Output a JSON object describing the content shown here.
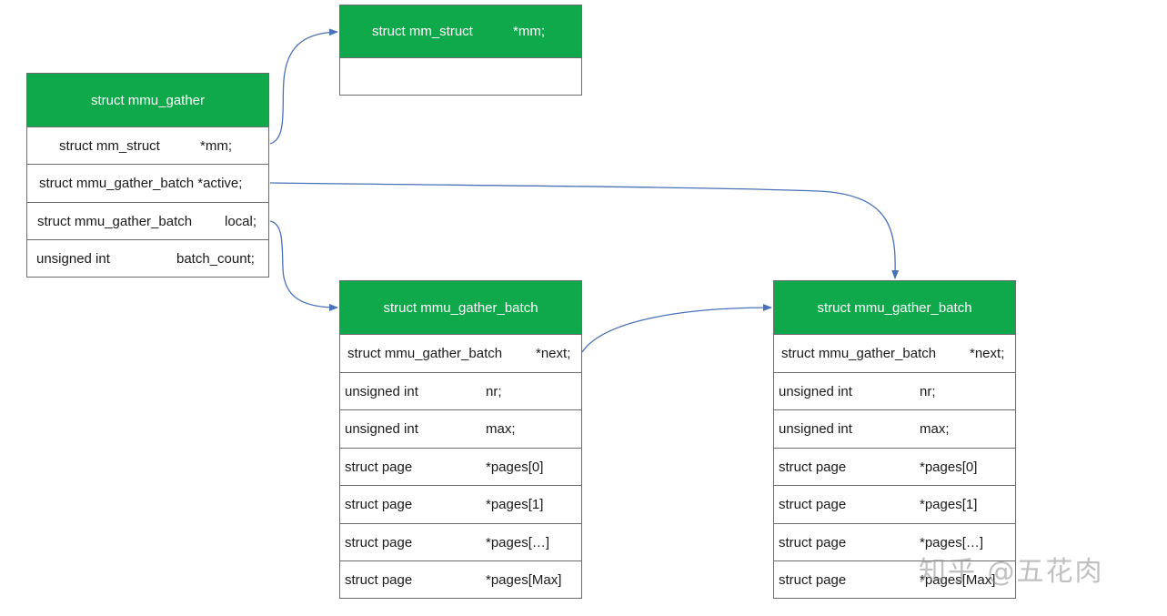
{
  "mmu_gather": {
    "header": "struct mmu_gather",
    "rows": [
      {
        "type": "struct mm_struct",
        "field": "*mm;"
      },
      {
        "type": "struct mmu_gather_batch *active;",
        "field": ""
      },
      {
        "type": "struct mmu_gather_batch",
        "field": "local;"
      },
      {
        "type": "unsigned int",
        "field": "batch_count;"
      }
    ]
  },
  "mm_struct": {
    "header_type": "struct mm_struct",
    "header_field": "*mm;"
  },
  "batch_local": {
    "header": "struct mmu_gather_batch",
    "rows": [
      {
        "type": "struct mmu_gather_batch",
        "field": "*next;"
      },
      {
        "type": "unsigned int",
        "field": "nr;"
      },
      {
        "type": "unsigned int",
        "field": "max;"
      },
      {
        "type": "struct page",
        "field": "*pages[0]"
      },
      {
        "type": "struct page",
        "field": "*pages[1]"
      },
      {
        "type": "struct page",
        "field": "*pages[…]"
      },
      {
        "type": "struct page",
        "field": "*pages[Max]"
      }
    ]
  },
  "batch_next": {
    "header": "struct mmu_gather_batch",
    "rows": [
      {
        "type": "struct mmu_gather_batch",
        "field": "*next;"
      },
      {
        "type": "unsigned int",
        "field": "nr;"
      },
      {
        "type": "unsigned int",
        "field": "max;"
      },
      {
        "type": "struct page",
        "field": "*pages[0]"
      },
      {
        "type": "struct page",
        "field": "*pages[1]"
      },
      {
        "type": "struct page",
        "field": "*pages[…]"
      },
      {
        "type": "struct page",
        "field": "*pages[Max]"
      }
    ]
  },
  "watermark": "知乎 @五花肉",
  "colors": {
    "header_green": "#0fa84a",
    "arrow_blue": "#4a72b8",
    "border": "#6b6b6b"
  }
}
